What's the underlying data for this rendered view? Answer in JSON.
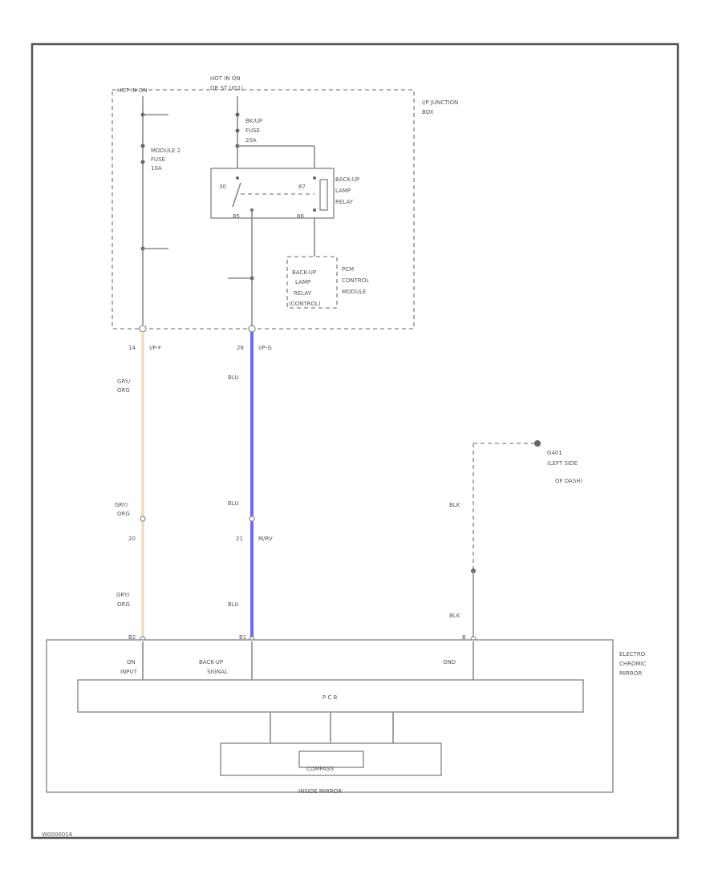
{
  "junction_box": {
    "hot_at_all_times": "HOT IN ON",
    "hot_in_on_line2": "OR ST (IG1)",
    "hot_left": "HOT IN ON",
    "name_line1": "I/P JUNCTION",
    "name_line2": "BOX",
    "fuse_bkup_l1": "BK/UP",
    "fuse_bkup_l2": "FUSE",
    "fuse_bkup_l3": "20A",
    "fuse_meter_l1": "MODULE 2",
    "fuse_meter_l2": "FUSE",
    "fuse_meter_l3": "10A",
    "relay_l1": "BACK-UP",
    "relay_l2": "LAMP",
    "relay_l3": "RELAY",
    "relay_pin_tl": "30",
    "relay_pin_tr": "87",
    "relay_pin_bl": "85",
    "relay_pin_br": "86",
    "relay_ctrl_l1": "BACK-UP",
    "relay_ctrl_l2": "LAMP",
    "relay_ctrl_l3": "RELAY",
    "relay_ctrl_l4": "(CONTROL)",
    "pcm_l1": "PCM",
    "pcm_l2": "CONTROL",
    "pcm_l3": "MODULE"
  },
  "wires": {
    "left_pin": "14",
    "left_conn": "I/P-F",
    "left_color1_l1": "GRY/",
    "left_color1_l2": "ORG",
    "left_color2_l1": "GRY/",
    "left_color2_l2": "ORG",
    "left_mid_pin": "20",
    "left_color3_l1": "GRY/",
    "left_color3_l2": "ORG",
    "left_bottom_pin": "B2",
    "mid_pin": "26",
    "mid_conn": "I/P-G",
    "mid_color1": "BLU",
    "mid_color2": "BLU",
    "mid_mid_pin": "21",
    "mid_mid_conn": "M/RV",
    "mid_color3": "BLU",
    "mid_bottom_pin": "B1",
    "gnd_name": "G401",
    "gnd_desc_l1": "(LEFT SIDE",
    "gnd_desc_l2": "OF DASH)",
    "gnd_color1": "BLK",
    "gnd_color2": "BLK",
    "gnd_bottom_pin": "B"
  },
  "mirror": {
    "name_l1": "ELECTRO",
    "name_l2": "CHROMIC",
    "name_l3": "MIRROR",
    "pin_on_l1": "ON",
    "pin_on_l2": "INPUT",
    "pin_backup_l1": "BACK-UP",
    "pin_backup_l2": "SIGNAL",
    "pin_gnd": "GND",
    "pcb": "P C B",
    "compass": "COMPASS",
    "caption": "INSIDE MIRROR"
  },
  "footer_code": "W0000014",
  "colors": {
    "left_wire": "#f0d8b0",
    "mid_wire": "#6a6aff"
  }
}
